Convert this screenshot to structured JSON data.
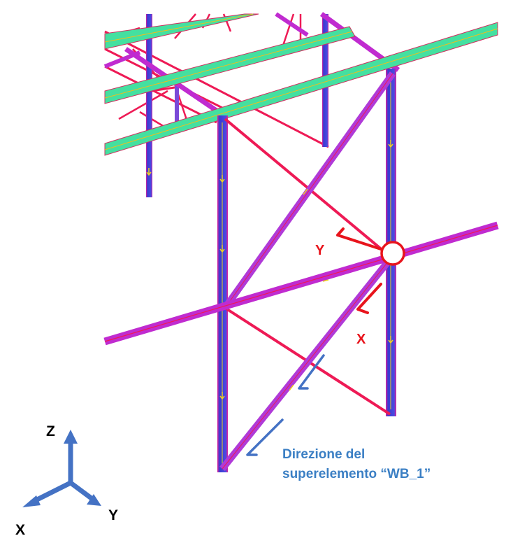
{
  "local_axes": {
    "x_label": "X",
    "y_label": "Y",
    "color": "#e8141c"
  },
  "global_axes": {
    "z_label": "Z",
    "x_label": "X",
    "y_label": "Y",
    "color": "#4472c4"
  },
  "annotation": {
    "line1": "Direzione del",
    "line2": "superelemento “WB_1”",
    "color": "#3b7fc4"
  },
  "colors": {
    "column": "#3f3fd0",
    "brace": "#b03ad8",
    "beam": "#c02bd0",
    "secondary": "#ee1a55",
    "purlin": "#44e0a0",
    "node": "#e8141c",
    "direction_arrow": "#4472c4"
  }
}
